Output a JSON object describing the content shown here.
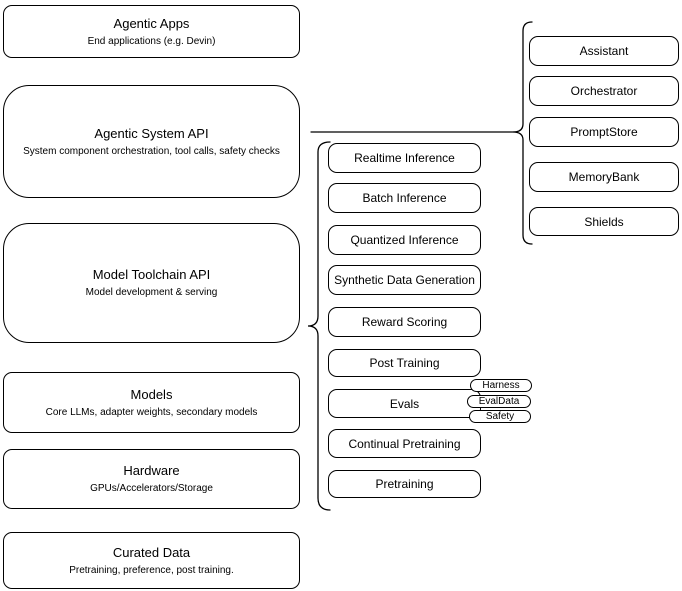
{
  "diagram": {
    "background_color": "#ffffff",
    "stroke_color": "#000000",
    "text_color": "#000000"
  },
  "left_stack": {
    "items": [
      {
        "title": "Agentic Apps",
        "subtitle": "End applications (e.g. Devin)"
      },
      {
        "title": "Agentic System API",
        "subtitle": "System component orchestration, tool calls, safety checks"
      },
      {
        "title": "Model Toolchain API",
        "subtitle": "Model development & serving"
      },
      {
        "title": "Models",
        "subtitle": "Core LLMs, adapter weights, secondary models"
      },
      {
        "title": "Hardware",
        "subtitle": "GPUs/Accelerators/Storage"
      },
      {
        "title": "Curated Data",
        "subtitle": "Pretraining, preference, post training."
      }
    ]
  },
  "toolchain_components": {
    "items": [
      {
        "label": "Realtime Inference"
      },
      {
        "label": "Batch Inference"
      },
      {
        "label": "Quantized Inference"
      },
      {
        "label": "Synthetic Data Generation"
      },
      {
        "label": "Reward Scoring"
      },
      {
        "label": "Post Training"
      },
      {
        "label": "Evals",
        "tags": [
          "Harness",
          "EvalData",
          "Safety"
        ]
      },
      {
        "label": "Continual Pretraining"
      },
      {
        "label": "Pretraining"
      }
    ]
  },
  "system_components": {
    "items": [
      {
        "label": "Assistant"
      },
      {
        "label": "Orchestrator"
      },
      {
        "label": "PromptStore"
      },
      {
        "label": "MemoryBank"
      },
      {
        "label": "Shields"
      }
    ]
  }
}
